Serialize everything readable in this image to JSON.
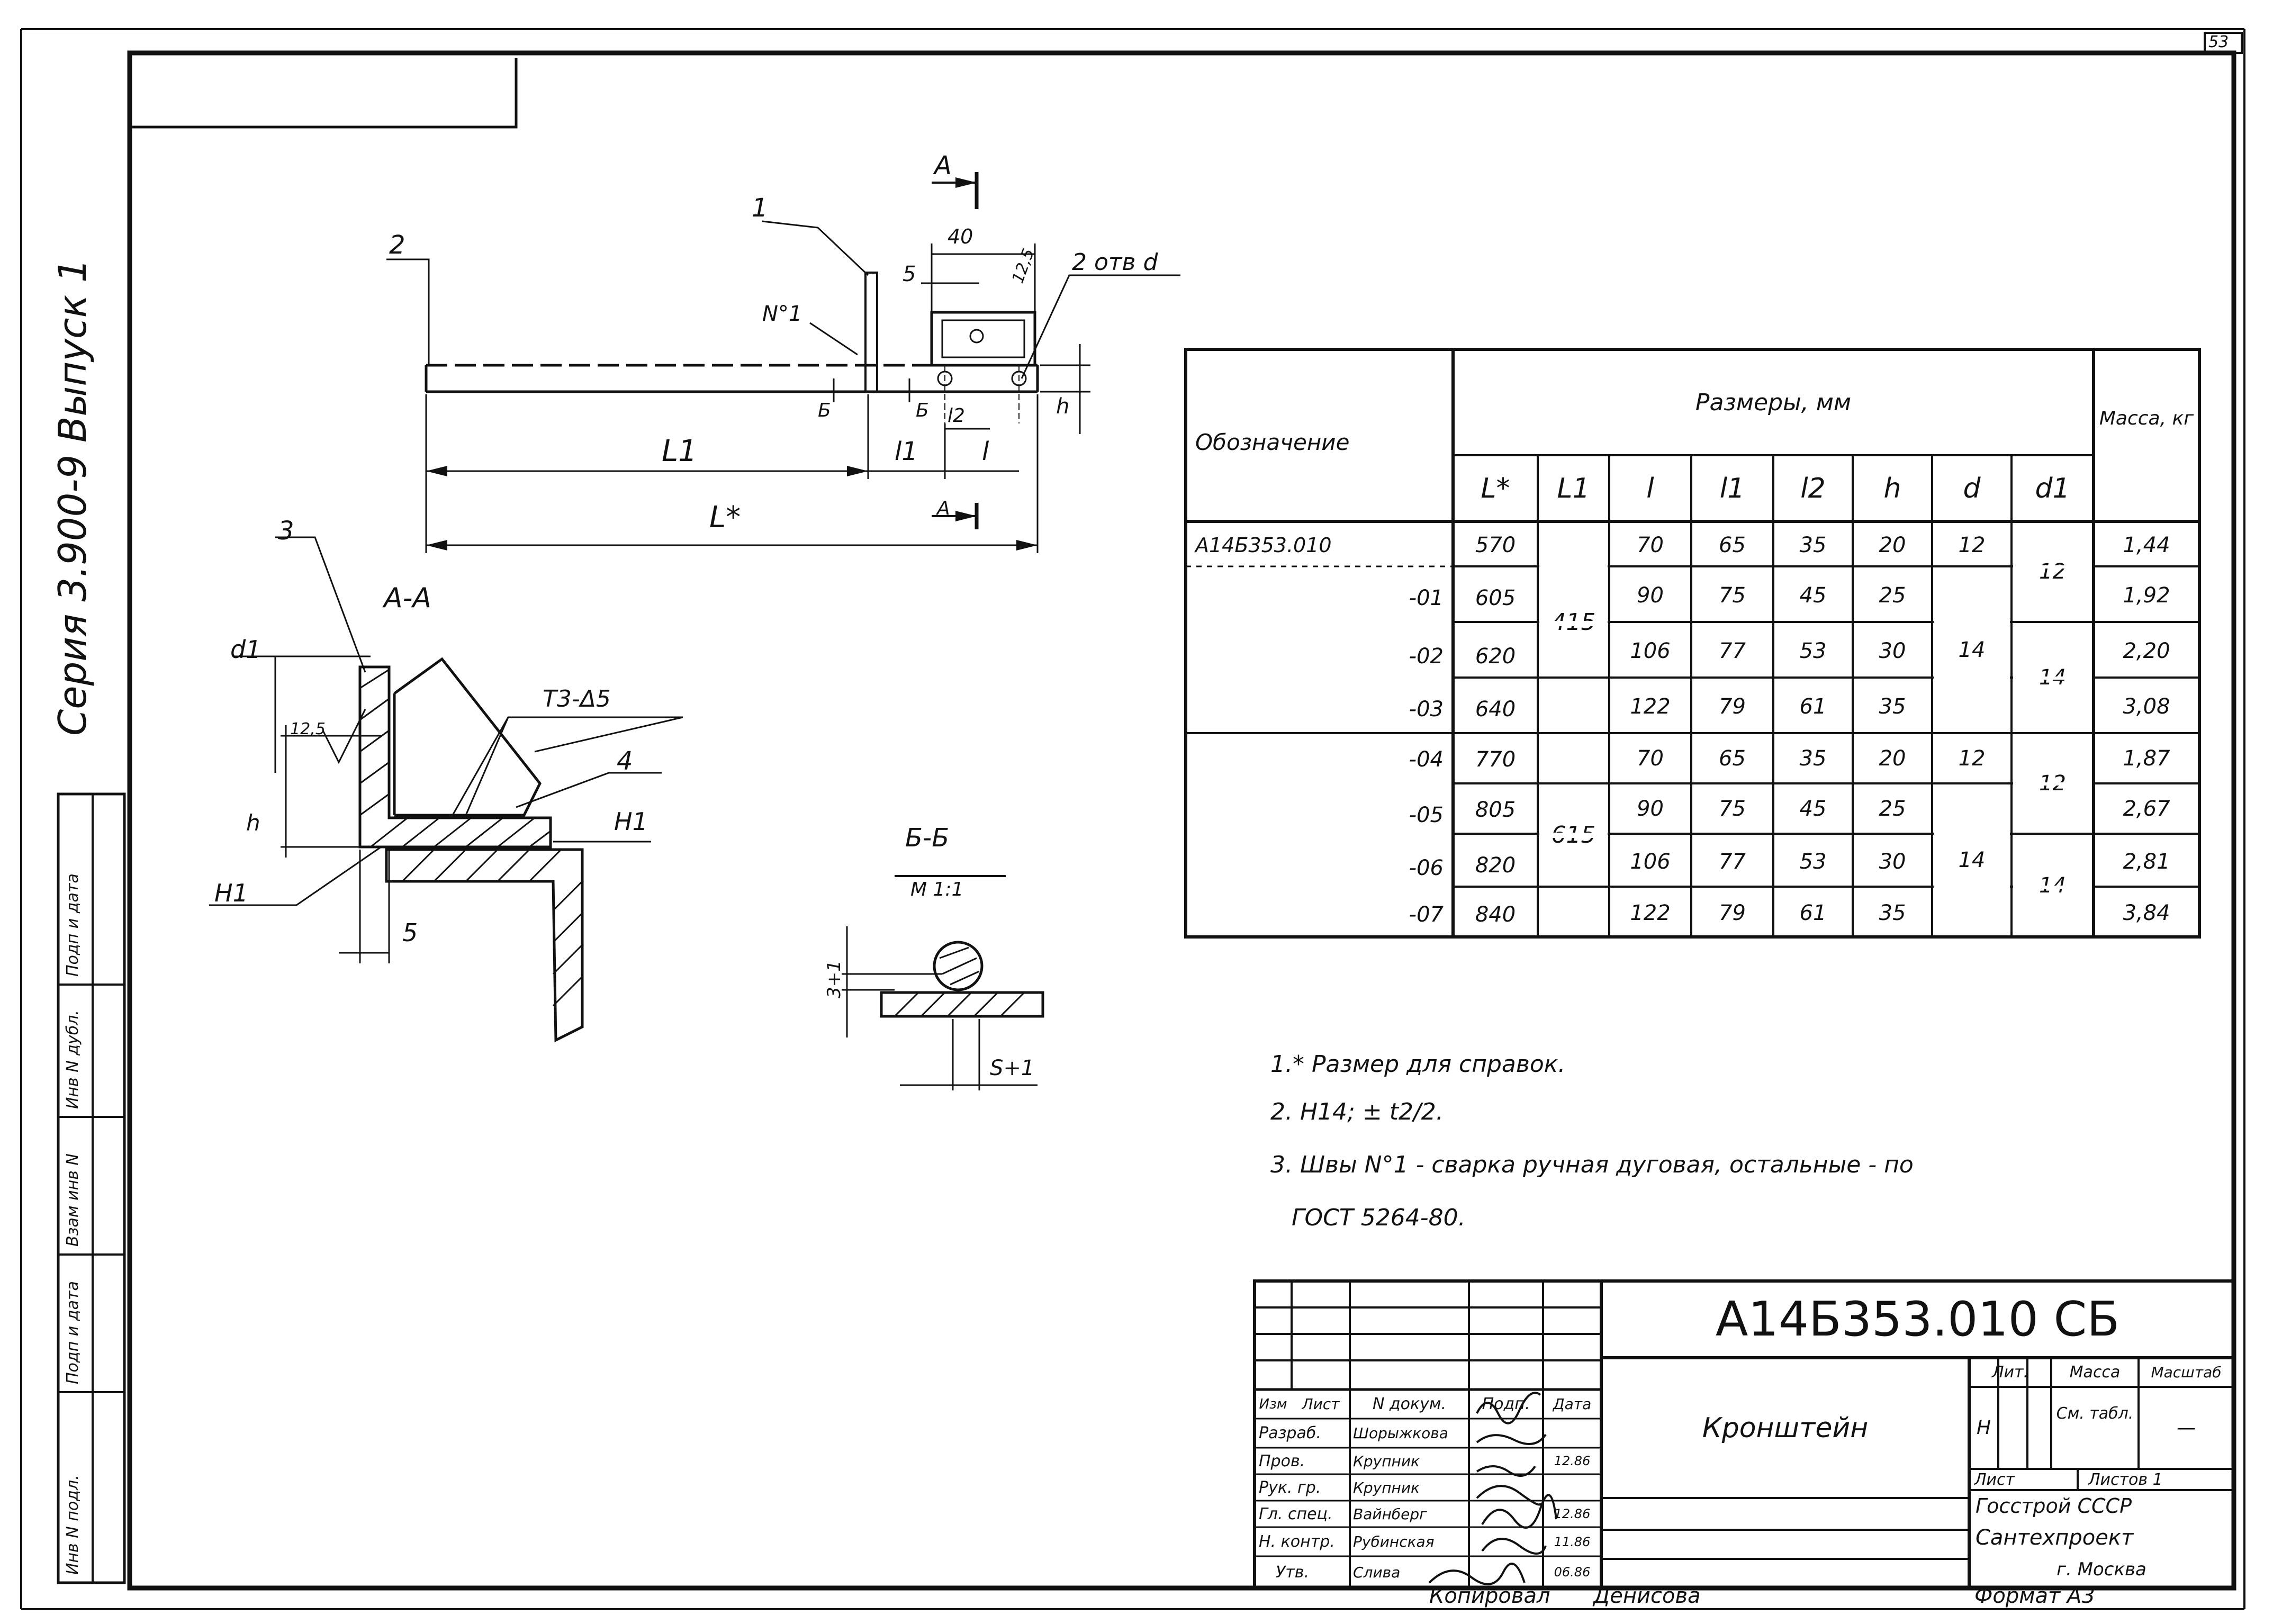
{
  "sheet_number": "53",
  "series_text": "Серия 3.900-9 Выпуск 1",
  "side_stamp": [
    "Инв N подл.",
    "Подп и дата",
    "Взам инв N",
    "Инв N дубл.",
    "Подп и дата"
  ],
  "drawing": {
    "section_mark": "А",
    "callout_1": "1",
    "callout_2": "2",
    "callout_3": "3",
    "callout_4": "4",
    "weld_label": "N°1",
    "holes_label": "2 отв d",
    "dim_40": "40",
    "dim_5": "5",
    "dim_125": "12,5",
    "dim_h": "h",
    "dim_b_top": "Б",
    "dim_b_bottom": "Б",
    "dim_L1": "L1",
    "dim_l1": "l1",
    "dim_l2": "l2",
    "dim_l": "l",
    "dim_Lstar": "L*",
    "section_aa_title": "А-А",
    "weld_symbol": "Т3-Δ5",
    "d1_label": "d1",
    "dim_125_side": "12,5",
    "h_side": "h",
    "h1_right": "H1",
    "h1_left": "H1",
    "dim_5_bottom": "5",
    "section_bb_title": "Б-Б",
    "section_bb_scale": "М 1:1",
    "dim_3": "3+1",
    "dim_s": "S+1"
  },
  "table": {
    "col_designation": "Обозначение",
    "group_header": "Размеры, мм",
    "col_mass": "Масса, кг",
    "columns": [
      "L*",
      "L1",
      "l",
      "l1",
      "l2",
      "h",
      "d",
      "d1"
    ],
    "rows": [
      {
        "designation": "А14Б353.010",
        "L": "570",
        "l": "70",
        "l1": "65",
        "l2": "35",
        "h": "20",
        "mass": "1,44"
      },
      {
        "designation": "-01",
        "L": "605",
        "l": "90",
        "l1": "75",
        "l2": "45",
        "h": "25",
        "mass": "1,92"
      },
      {
        "designation": "-02",
        "L": "620",
        "l": "106",
        "l1": "77",
        "l2": "53",
        "h": "30",
        "mass": "2,20"
      },
      {
        "designation": "-03",
        "L": "640",
        "l": "122",
        "l1": "79",
        "l2": "61",
        "h": "35",
        "mass": "3,08"
      },
      {
        "designation": "-04",
        "L": "770",
        "l": "70",
        "l1": "65",
        "l2": "35",
        "h": "20",
        "mass": "1,87"
      },
      {
        "designation": "-05",
        "L": "805",
        "l": "90",
        "l1": "75",
        "l2": "45",
        "h": "25",
        "mass": "2,67"
      },
      {
        "designation": "-06",
        "L": "820",
        "l": "106",
        "l1": "77",
        "l2": "53",
        "h": "30",
        "mass": "2,81"
      },
      {
        "designation": "-07",
        "L": "840",
        "l": "122",
        "l1": "79",
        "l2": "61",
        "h": "35",
        "mass": "3,84"
      }
    ],
    "L1_values": [
      "415",
      "615"
    ],
    "d_values": [
      "12",
      "14",
      "12",
      "14"
    ],
    "d1_values": [
      "12",
      "14",
      "12",
      "14"
    ]
  },
  "notes": [
    "1.* Размер для справок.",
    "2. H14; ± t2/2.",
    "3. Швы N°1 - сварка ручная дуговая, остальные - по",
    "ГОСТ 5264-80."
  ],
  "title_block": {
    "doc_number": "А14Б353.010 СБ",
    "part_name": "Кронштейн",
    "hdr_izm": "Изм",
    "hdr_list": "Лист",
    "hdr_ndokum": "N докум.",
    "hdr_podp": "Подп.",
    "hdr_data": "Дата",
    "people": [
      {
        "role": "Разраб.",
        "name": "Шорыжкова",
        "date": ""
      },
      {
        "role": "Пров.",
        "name": "Крупник",
        "date": "12.86"
      },
      {
        "role": "Рук. гр.",
        "name": "Крупник",
        "date": ""
      },
      {
        "role": "Гл. спец.",
        "name": "Вайнберг",
        "date": "12.86"
      },
      {
        "role": "Н. контр.",
        "name": "Рубинская",
        "date": "11.86"
      },
      {
        "role": "Утв.",
        "name": "Слива",
        "date": "06.86"
      }
    ],
    "lit_label": "Лит.",
    "mass_label": "Масса",
    "scale_label": "Масштаб",
    "lit_value": "Н",
    "mass_value": "См. табл.",
    "scale_value": "—",
    "sheet_label": "Лист",
    "sheets_label": "Листов 1",
    "org_line1": "Госстрой СССР",
    "org_line2": "Сантехпроект",
    "org_line3": "г. Москва"
  },
  "copied_by": "Копировал",
  "copied_name": "Денисова",
  "format": "Формат А3"
}
